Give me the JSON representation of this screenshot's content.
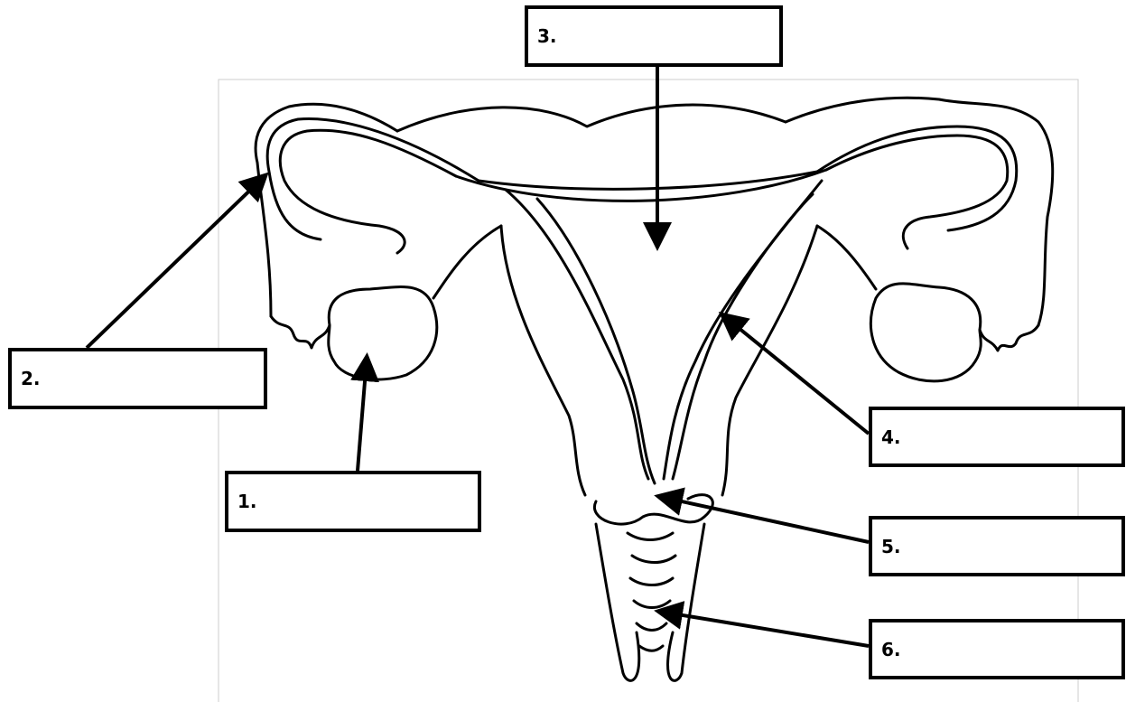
{
  "labels": [
    {
      "number": "1."
    },
    {
      "number": "2."
    },
    {
      "number": "3."
    },
    {
      "number": "4."
    },
    {
      "number": "5."
    },
    {
      "number": "6."
    }
  ],
  "colors": {
    "line": "#000000",
    "background": "#ffffff",
    "frame": "#cccccc"
  }
}
